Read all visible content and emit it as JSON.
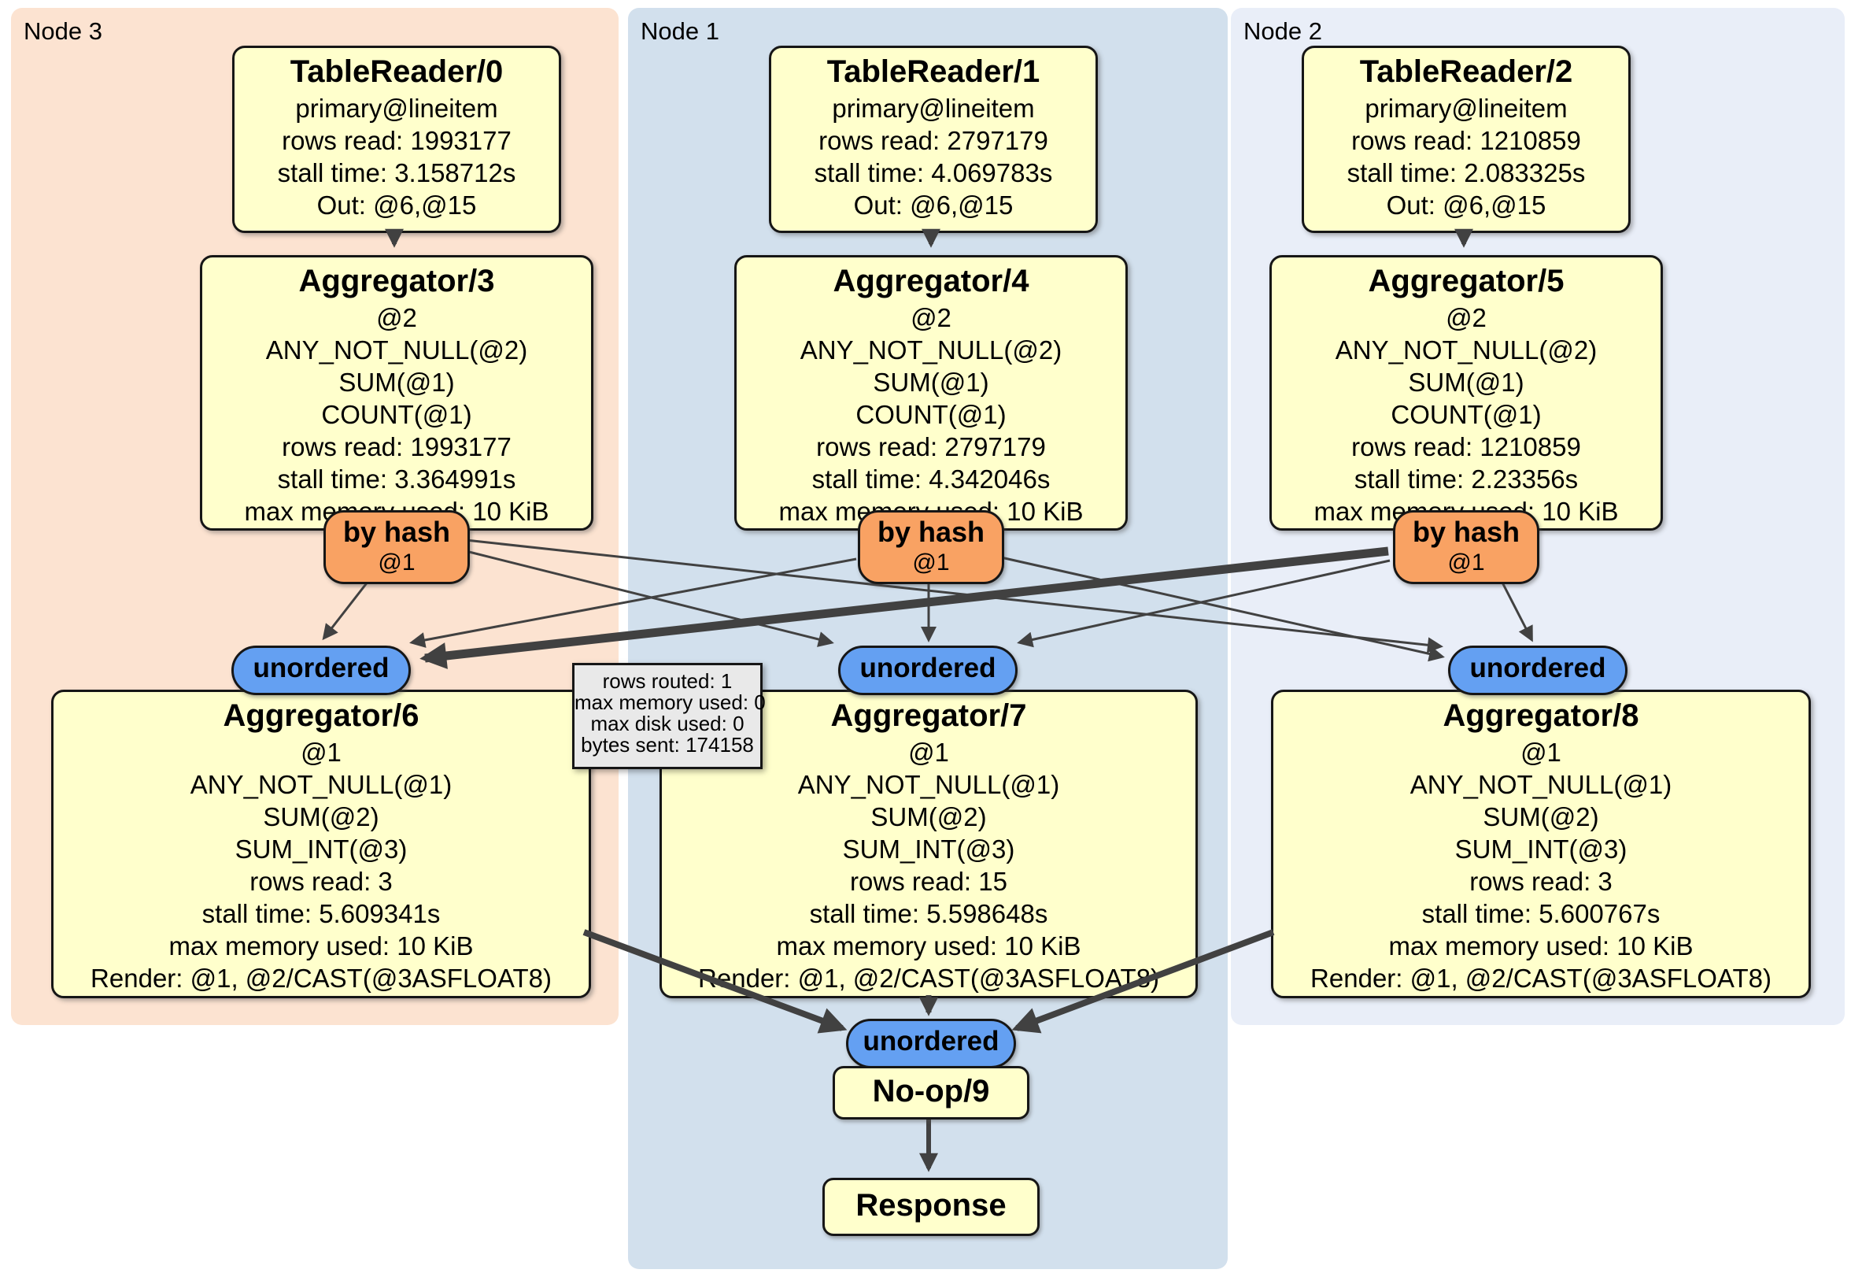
{
  "panels": {
    "node3": {
      "label": "Node 3"
    },
    "node1": {
      "label": "Node 1"
    },
    "node2": {
      "label": "Node 2"
    }
  },
  "operators": {
    "tr0": {
      "title": "TableReader/0",
      "lines": [
        "primary@lineitem",
        "rows read: 1993177",
        "stall time: 3.158712s",
        "Out: @6,@15"
      ]
    },
    "tr1": {
      "title": "TableReader/1",
      "lines": [
        "primary@lineitem",
        "rows read: 2797179",
        "stall time: 4.069783s",
        "Out: @6,@15"
      ]
    },
    "tr2": {
      "title": "TableReader/2",
      "lines": [
        "primary@lineitem",
        "rows read: 1210859",
        "stall time: 2.083325s",
        "Out: @6,@15"
      ]
    },
    "agg3": {
      "title": "Aggregator/3",
      "lines": [
        "@2",
        "ANY_NOT_NULL(@2)",
        "SUM(@1)",
        "COUNT(@1)",
        "rows read: 1993177",
        "stall time: 3.364991s",
        "max memory used: 10 KiB"
      ]
    },
    "agg4": {
      "title": "Aggregator/4",
      "lines": [
        "@2",
        "ANY_NOT_NULL(@2)",
        "SUM(@1)",
        "COUNT(@1)",
        "rows read: 2797179",
        "stall time: 4.342046s",
        "max memory used: 10 KiB"
      ]
    },
    "agg5": {
      "title": "Aggregator/5",
      "lines": [
        "@2",
        "ANY_NOT_NULL(@2)",
        "SUM(@1)",
        "COUNT(@1)",
        "rows read: 1210859",
        "stall time: 2.23356s",
        "max memory used: 10 KiB"
      ]
    },
    "agg6": {
      "title": "Aggregator/6",
      "lines": [
        "@1",
        "ANY_NOT_NULL(@1)",
        "SUM(@2)",
        "SUM_INT(@3)",
        "rows read: 3",
        "stall time: 5.609341s",
        "max memory used: 10 KiB",
        "Render: @1, @2/CAST(@3ASFLOAT8)"
      ]
    },
    "agg7": {
      "title": "Aggregator/7",
      "lines": [
        "@1",
        "ANY_NOT_NULL(@1)",
        "SUM(@2)",
        "SUM_INT(@3)",
        "rows read: 15",
        "stall time: 5.598648s",
        "max memory used: 10 KiB",
        "Render: @1, @2/CAST(@3ASFLOAT8)"
      ]
    },
    "agg8": {
      "title": "Aggregator/8",
      "lines": [
        "@1",
        "ANY_NOT_NULL(@1)",
        "SUM(@2)",
        "SUM_INT(@3)",
        "rows read: 3",
        "stall time: 5.600767s",
        "max memory used: 10 KiB",
        "Render: @1, @2/CAST(@3ASFLOAT8)"
      ]
    },
    "noop9": {
      "title": "No-op/9"
    },
    "response": {
      "title": "Response"
    }
  },
  "routers": {
    "hash3": {
      "label": "by hash",
      "detail": "@1"
    },
    "hash4": {
      "label": "by hash",
      "detail": "@1"
    },
    "hash5": {
      "label": "by hash",
      "detail": "@1"
    }
  },
  "streams": {
    "unordered3": {
      "label": "unordered"
    },
    "unordered7": {
      "label": "unordered"
    },
    "unordered8": {
      "label": "unordered"
    },
    "unordered9": {
      "label": "unordered"
    }
  },
  "tooltip": {
    "lines": [
      "rows routed: 1",
      "max memory used: 0",
      "max disk used: 0",
      "bytes sent: 174158"
    ]
  },
  "colors": {
    "node3_bg": "#FCE3D1",
    "node1_bg": "#D2E0ED",
    "node2_bg": "#E9EEF8",
    "operator_bg": "#FFFFCC",
    "router_bg": "#F9A263",
    "stream_bg": "#64A0F2",
    "tooltip_bg": "#E9E9E9",
    "edge": "#414141"
  }
}
